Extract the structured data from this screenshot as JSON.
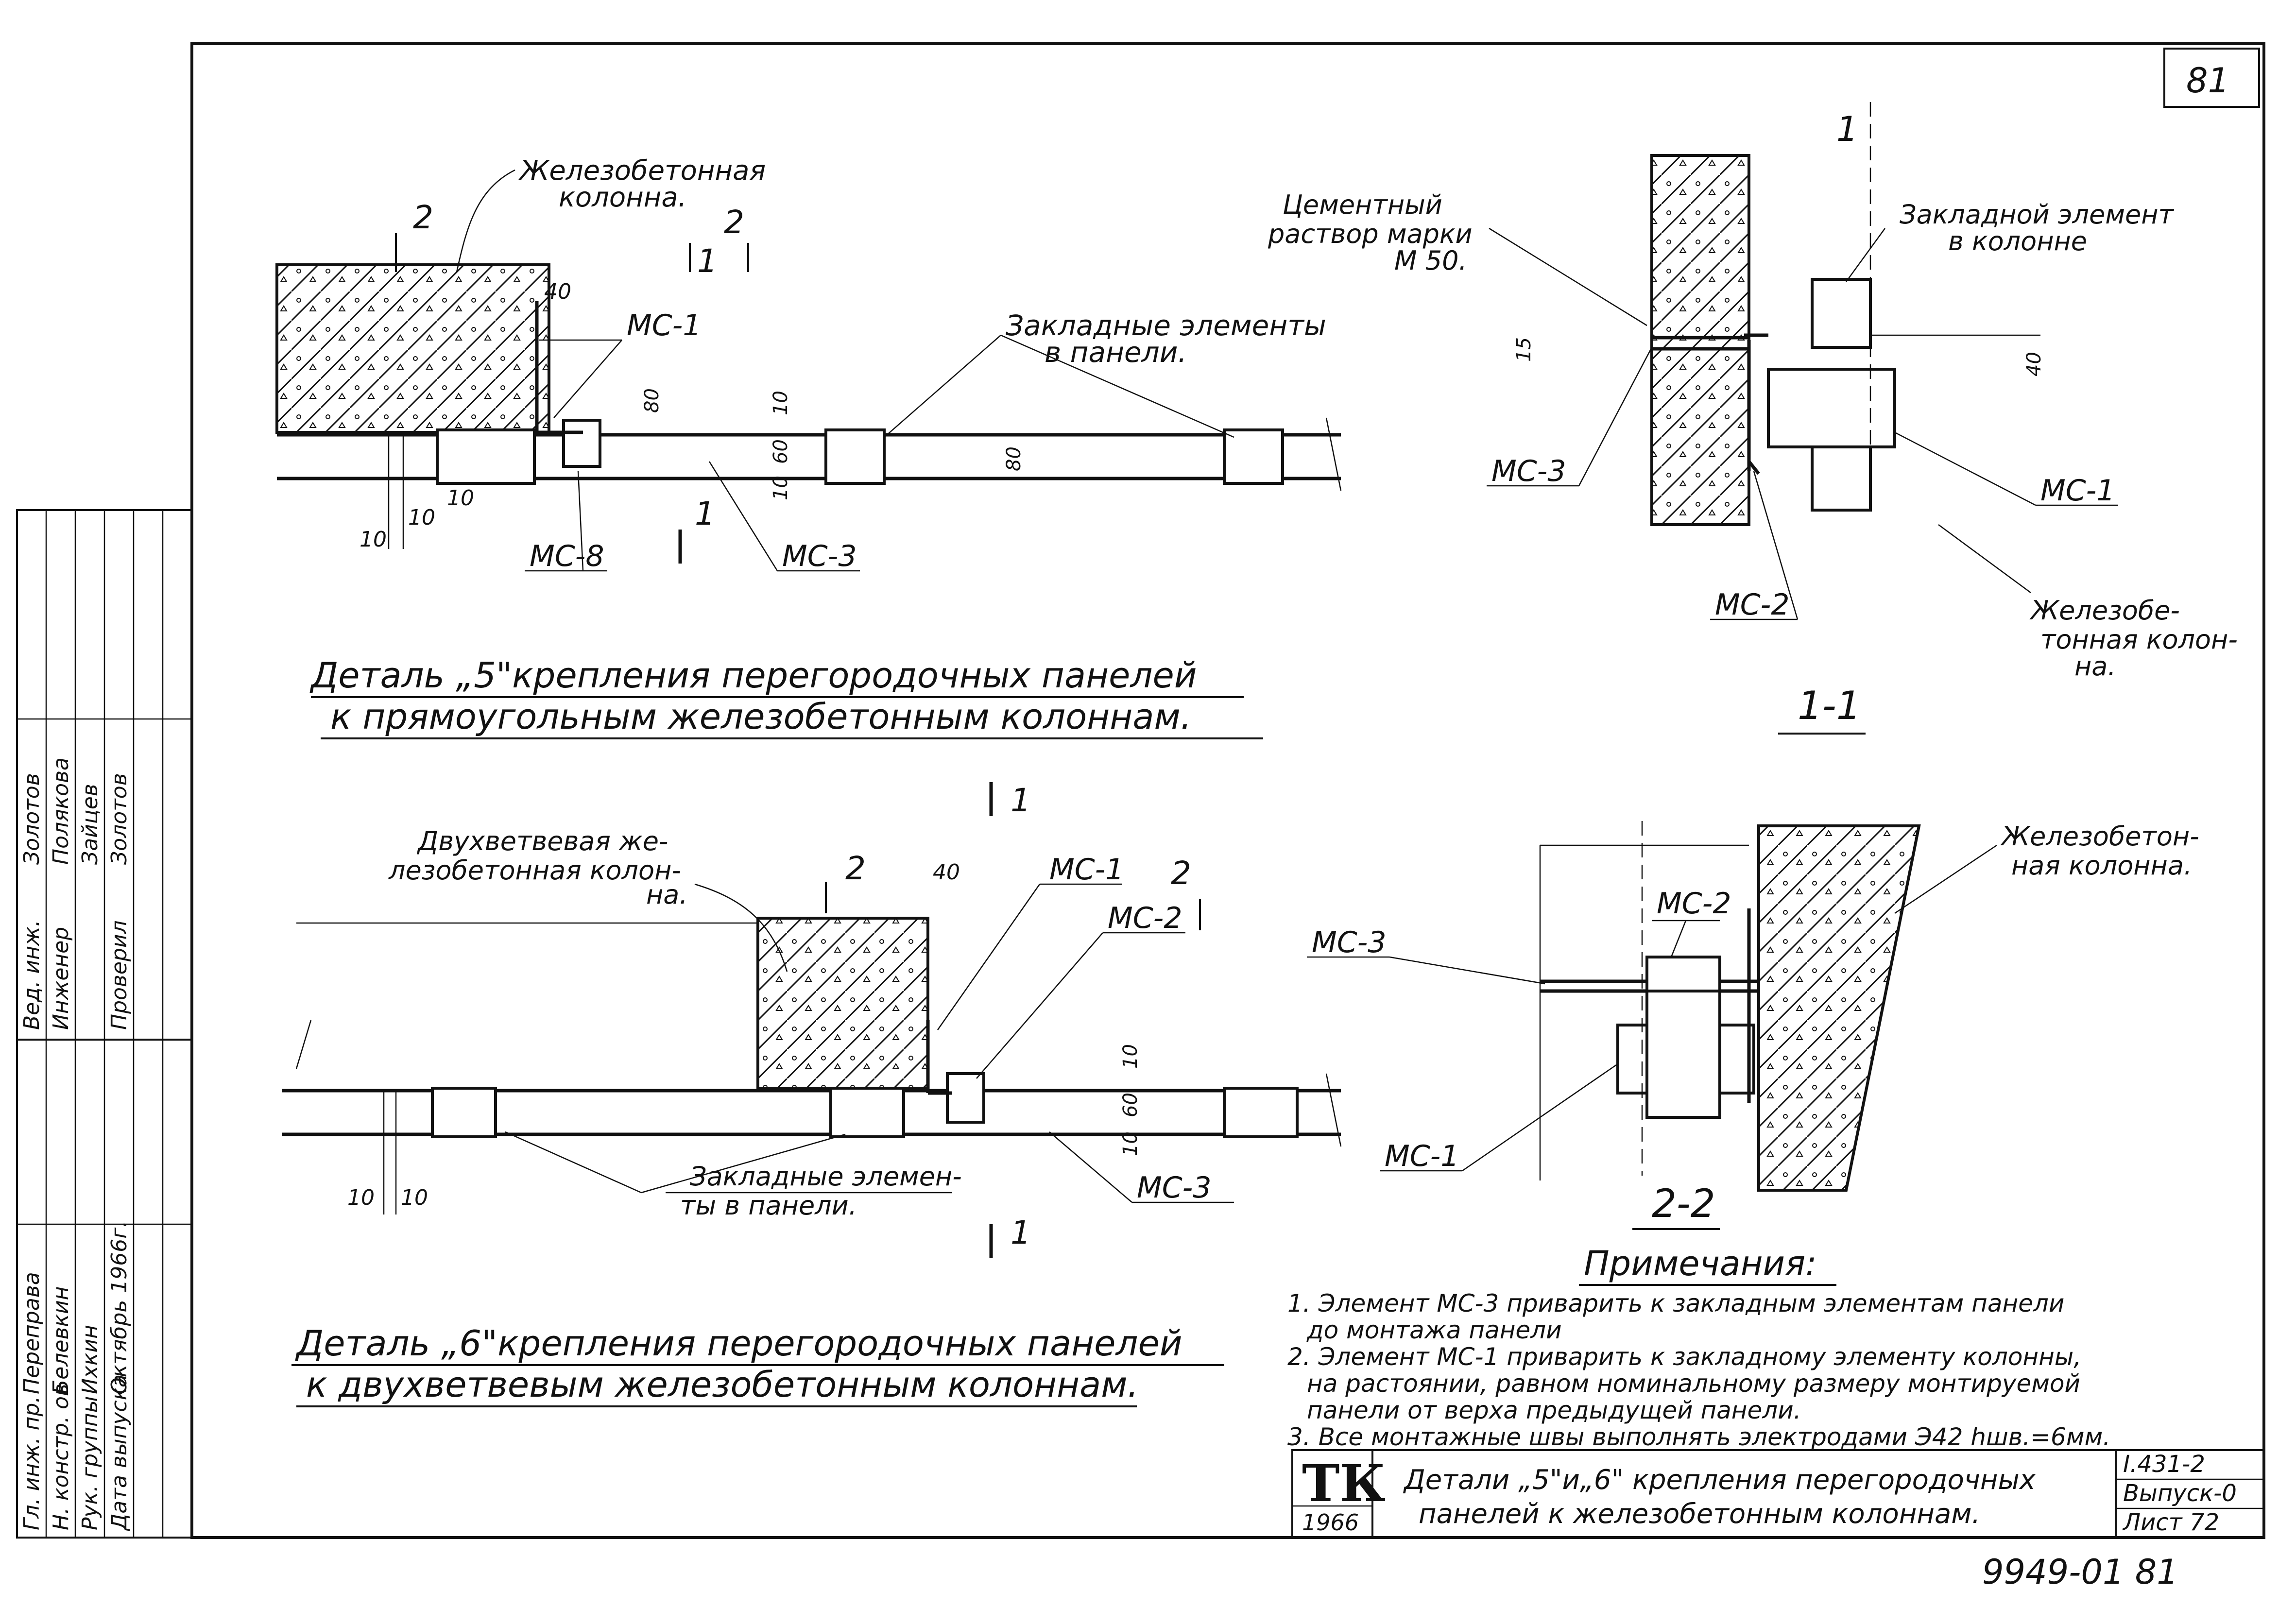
{
  "sheet": {
    "number_top": "81",
    "number_bottom": "9949-01  81"
  },
  "detail5": {
    "title_line1": "Деталь „5\"крепления перегородочных панелей",
    "title_line2": "к прямоугольным железобетонным колоннам.",
    "label_column": [
      "Железобетонная",
      "колонна."
    ],
    "label_embedded": [
      "Закладные элементы",
      "в панели."
    ],
    "elements": [
      "МС-1",
      "МС-8",
      "МС-3"
    ],
    "section_marks": [
      "2",
      "2",
      "1",
      "1"
    ],
    "dims": [
      "40",
      "80",
      "10",
      "60",
      "10",
      "80",
      "10",
      "10",
      "10"
    ]
  },
  "section11": {
    "title": "1-1",
    "label_mortar": [
      "Цементный",
      "раствор марки",
      "М 50."
    ],
    "label_embedded": [
      "Закладной элемент",
      "в колонне"
    ],
    "label_column": [
      "Железобе-",
      "тонная колон-",
      "на."
    ],
    "elements": [
      "МС-3",
      "МС-2",
      "МС-1"
    ],
    "dims": [
      "15",
      "40"
    ],
    "mark": "1"
  },
  "detail6": {
    "title_line1": "Деталь „6\"крепления перегородочных панелей",
    "title_line2": "к двухветвевым железобетонным колоннам.",
    "label_column": [
      "Двухветвевая же-",
      "лезобетонная колон-",
      "на."
    ],
    "label_embedded": [
      "Закладные элемен-",
      "ты в панели."
    ],
    "elements": [
      "МС-1",
      "МС-2",
      "МС-3"
    ],
    "section_marks": [
      "1",
      "2",
      "2",
      "1"
    ],
    "dims": [
      "40",
      "10",
      "60",
      "10",
      "10",
      "10"
    ]
  },
  "section22": {
    "title": "2-2",
    "label_column": [
      "Железобетон-",
      "ная колонна."
    ],
    "elements": [
      "МС-2",
      "МС-3",
      "МС-1"
    ]
  },
  "notes": {
    "heading": "Примечания:",
    "items": [
      "1. Элемент МС-3 приварить к закладным элементам панели",
      "до монтажа панели",
      "2. Элемент МС-1 приварить к закладному элементу колонны,",
      "на растоянии, равном номинальному размеру монтируемой",
      "панели от верха предыдущей панели.",
      "3. Все монтажные швы выполнять электродами Э42 hшв.=6мм."
    ]
  },
  "stamp": {
    "logo": "ТК",
    "year": "1966",
    "title_line1": "Детали „5\"и„6\" крепления перегородочных",
    "title_line2": "панелей к железобетонным колоннам.",
    "code": "I.431-2",
    "issue": "Выпуск-0",
    "sheet": "Лист 72"
  },
  "side_table": {
    "rows": [
      [
        "Вед. инж.",
        "Золотов"
      ],
      [
        "Инженер",
        "Полякова"
      ],
      [
        "",
        "Зайцев"
      ],
      [
        "Проверил",
        "Золотов"
      ]
    ],
    "rows2": [
      [
        "Гл. инж. пр.",
        "Переправа"
      ],
      [
        "Н. констр. ов",
        "Белевкин"
      ],
      [
        "Рук. группы",
        "Ихкин"
      ],
      [
        "Дата выпуска",
        "Октябрь 1966г."
      ]
    ]
  }
}
